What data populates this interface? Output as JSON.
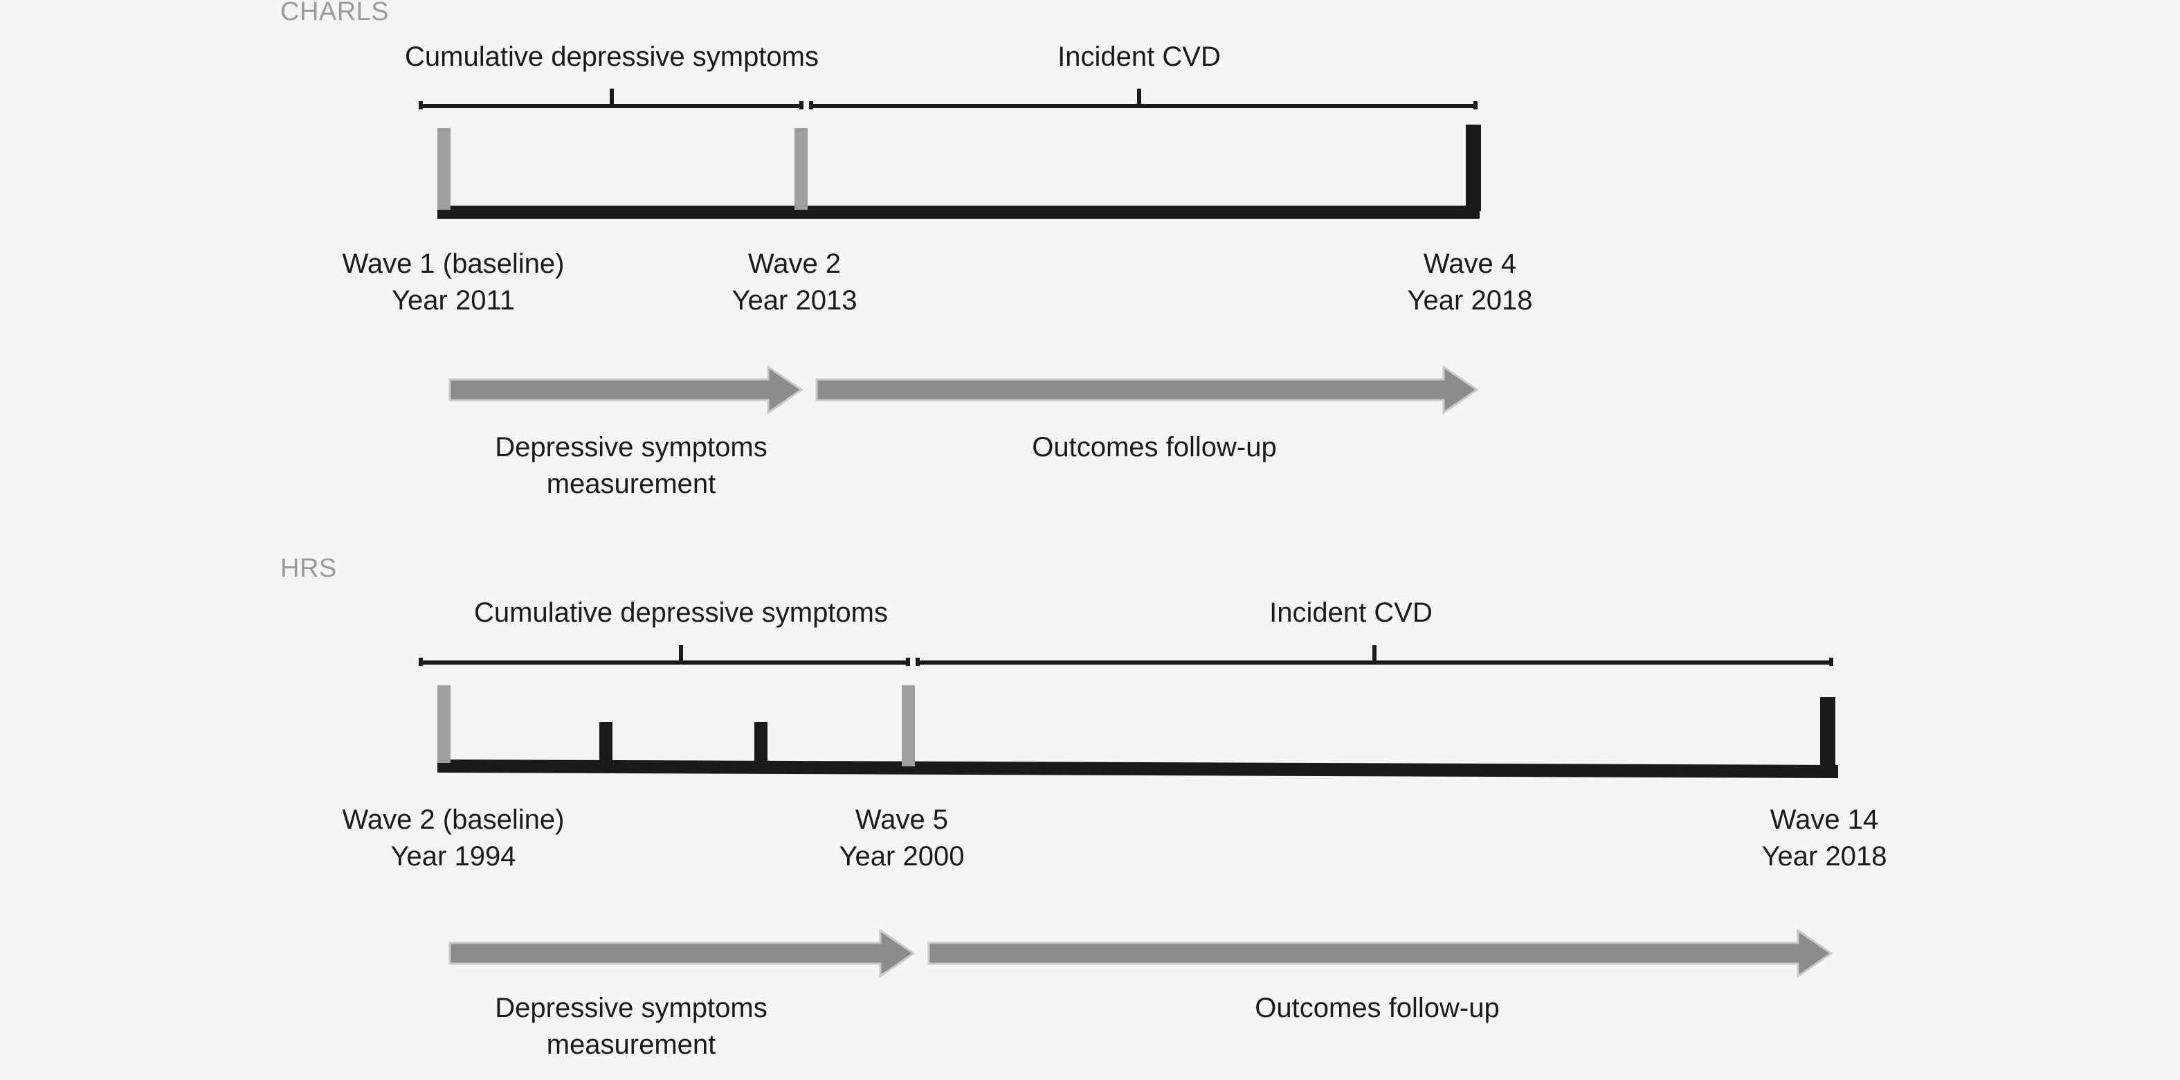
{
  "figure": {
    "background_color": "#f5f5f5",
    "ink_color": "#1a1a1a",
    "bar_gray": "#9e9e9e",
    "study_label_color": "#9a9a9a",
    "arrow_color": "#8c8c8c"
  },
  "panels": [
    {
      "study": "CHARLS",
      "brackets": [
        {
          "label": "Cumulative depressive symptoms"
        },
        {
          "label": "Incident CVD"
        }
      ],
      "waves": [
        {
          "name": "Wave 1 (baseline)",
          "year": "Year 2011"
        },
        {
          "name": "Wave 2",
          "year": "Year 2013"
        },
        {
          "name": "Wave 4",
          "year": "Year 2018"
        }
      ],
      "arrows": [
        {
          "caption_line1": "Depressive symptoms",
          "caption_line2": "measurement"
        },
        {
          "caption_line1": "Outcomes follow-up",
          "caption_line2": ""
        }
      ]
    },
    {
      "study": "HRS",
      "brackets": [
        {
          "label": "Cumulative depressive symptoms"
        },
        {
          "label": "Incident CVD"
        }
      ],
      "waves": [
        {
          "name": "Wave 2 (baseline)",
          "year": "Year 1994"
        },
        {
          "name": "Wave 5",
          "year": "Year 2000"
        },
        {
          "name": "Wave 14",
          "year": "Year 2018"
        }
      ],
      "arrows": [
        {
          "caption_line1": "Depressive symptoms",
          "caption_line2": "measurement"
        },
        {
          "caption_line1": "Outcomes follow-up",
          "caption_line2": ""
        }
      ]
    }
  ]
}
